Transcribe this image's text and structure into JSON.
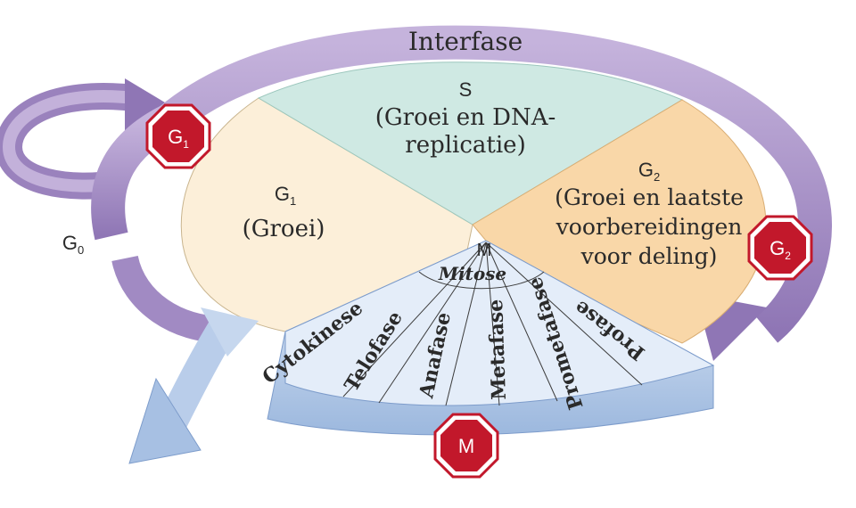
{
  "colors": {
    "interphase_arrow": "#a993c6",
    "interphase_arrow_dark": "#7e63a7",
    "g1_sector": "#fcefd9",
    "s_sector": "#cfe9e3",
    "g2_sector": "#f9d7a8",
    "mitosis_base": "#d9e6f6",
    "mitosis_dark": "#8eaed8",
    "checkpoint_red": "#c2182b",
    "text": "#2a2a2a"
  },
  "phases": {
    "interfase": "Interfase",
    "s": {
      "title": "S",
      "line1": "(Groei en DNA-",
      "line2": "replicatie)"
    },
    "g1": {
      "title": "G",
      "sub": "1",
      "desc": "(Groei)"
    },
    "g2": {
      "title": "G",
      "sub": "2",
      "line1": "(Groei en laatste",
      "line2": "voorbereidingen",
      "line3": "voor deling)"
    },
    "g0": {
      "title": "G",
      "sub": "0"
    },
    "m": {
      "title": "M",
      "subtitle": "Mitose"
    }
  },
  "mitosis_stages": [
    "Cytokinese",
    "Telofase",
    "Anafase",
    "Metafase",
    "Prometafase",
    "Profase"
  ],
  "checkpoints": {
    "g1": {
      "title": "G",
      "sub": "1"
    },
    "g2": {
      "title": "G",
      "sub": "2"
    },
    "m": {
      "title": "M"
    }
  }
}
